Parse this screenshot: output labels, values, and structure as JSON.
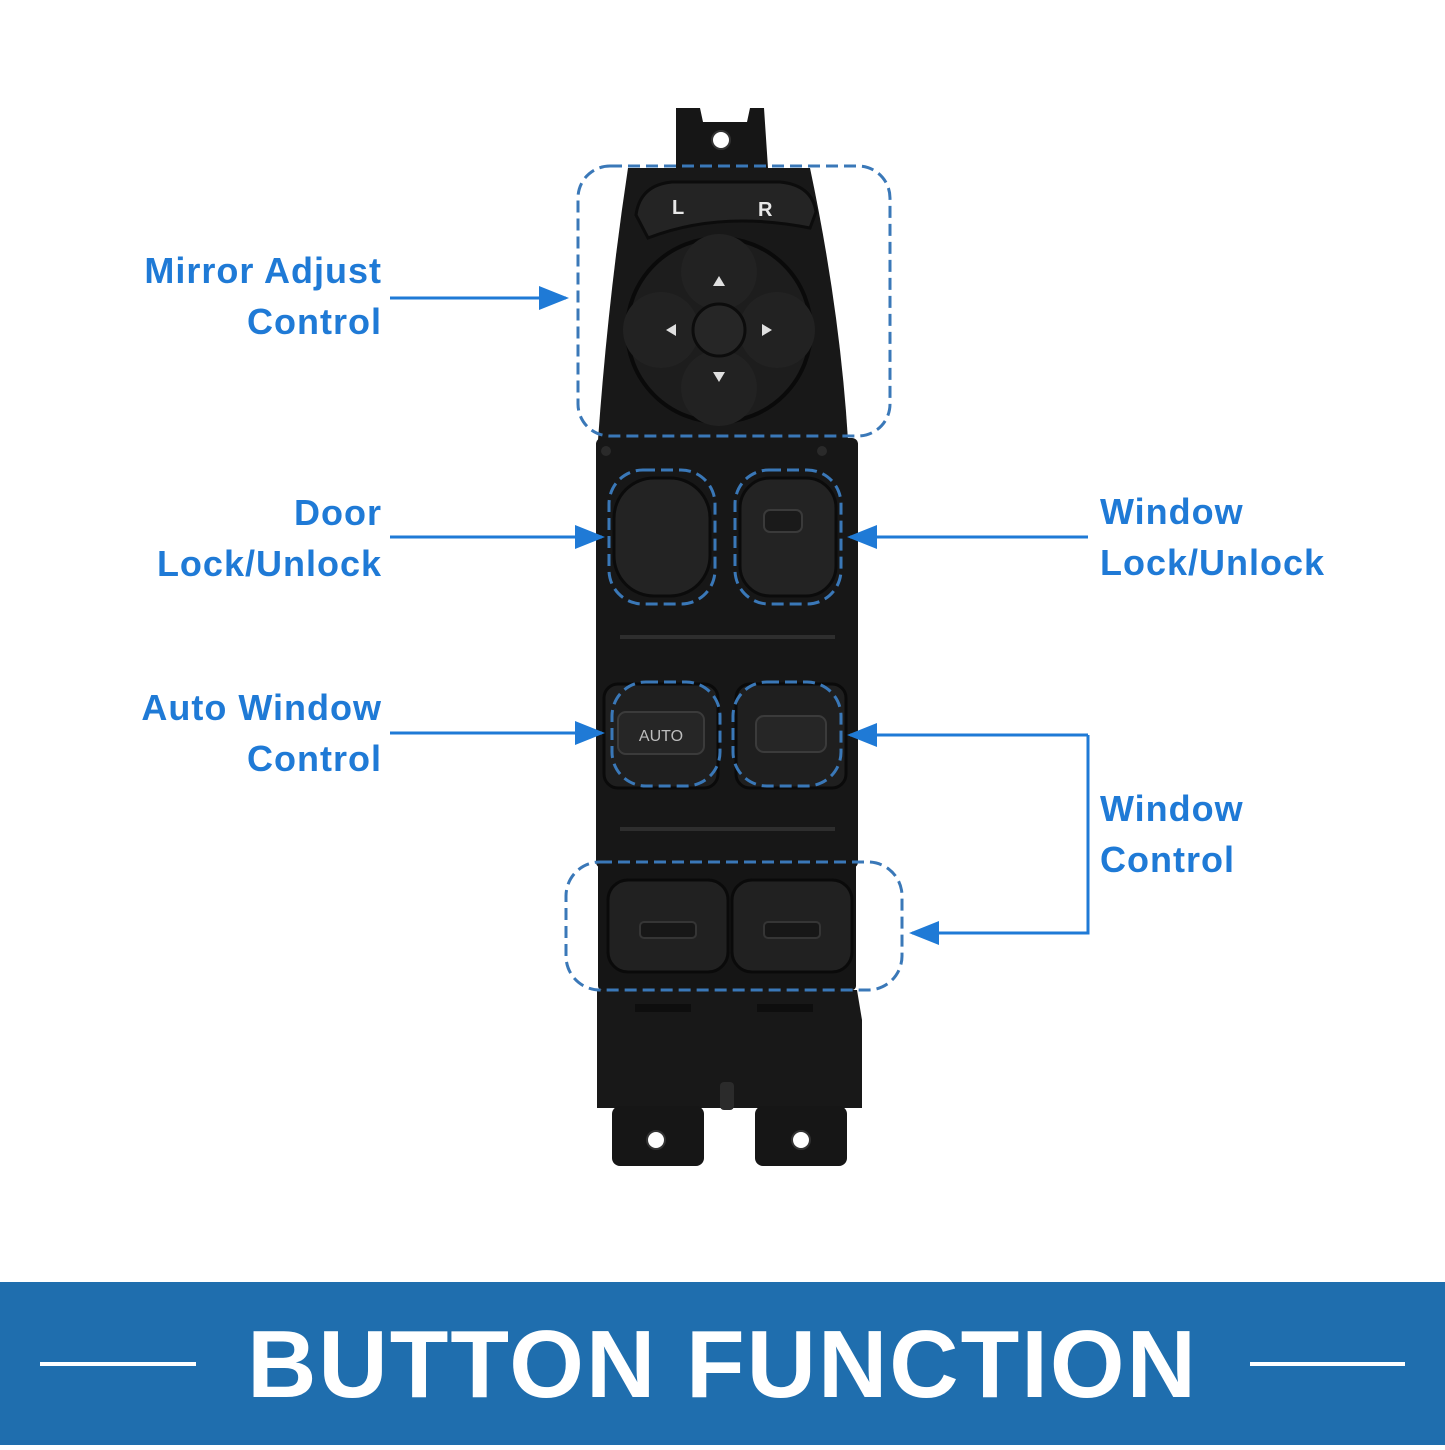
{
  "callouts": {
    "mirror": {
      "line1": "Mirror Adjust",
      "line2": "Control"
    },
    "door_lock": {
      "line1": "Door",
      "line2": "Lock/Unlock"
    },
    "auto_window": {
      "line1": "Auto Window",
      "line2": "Control"
    },
    "window_lock": {
      "line1": "Window",
      "line2": "Lock/Unlock"
    },
    "window_control": {
      "line1": "Window",
      "line2": "Control"
    }
  },
  "switch_labels": {
    "mirror_left": "L",
    "mirror_right": "R",
    "auto": "AUTO"
  },
  "banner": {
    "title": "BUTTON FUNCTION"
  },
  "colors": {
    "accent": "#1f7ad6",
    "banner": "#1f6eae",
    "dashed_outline": "#3a78b8",
    "switch_body": "#141414"
  }
}
